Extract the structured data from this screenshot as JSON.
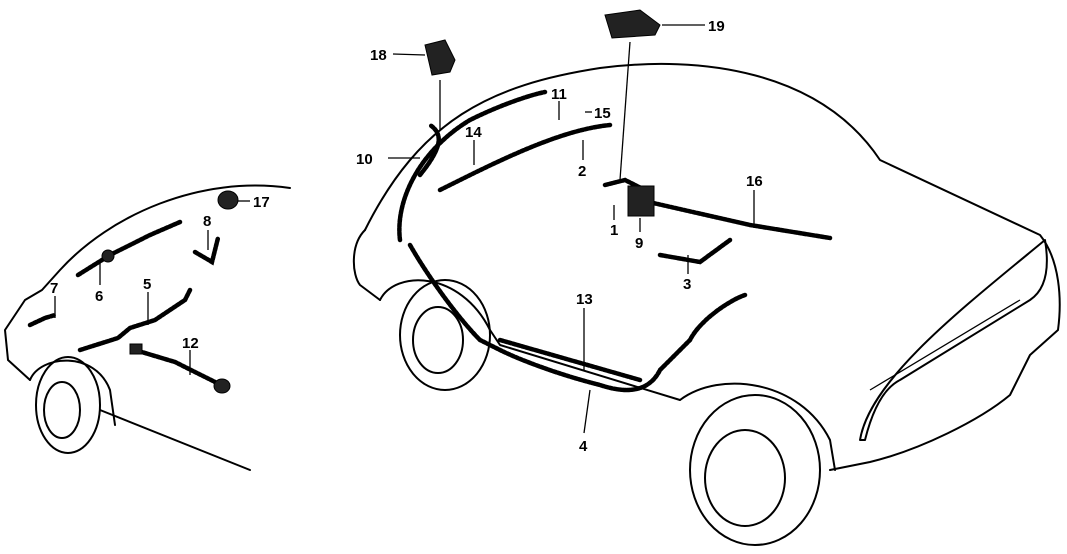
{
  "diagram": {
    "title": "",
    "callouts": {
      "c1": "1",
      "c2": "2",
      "c3": "3",
      "c4": "4",
      "c5": "5",
      "c6": "6",
      "c7": "7",
      "c8": "8",
      "c9": "9",
      "c10": "10",
      "c11": "11",
      "c12": "12",
      "c13": "13",
      "c14": "14",
      "c15": "15",
      "c16": "16",
      "c17": "17",
      "c18": "18",
      "c19": "19"
    }
  }
}
